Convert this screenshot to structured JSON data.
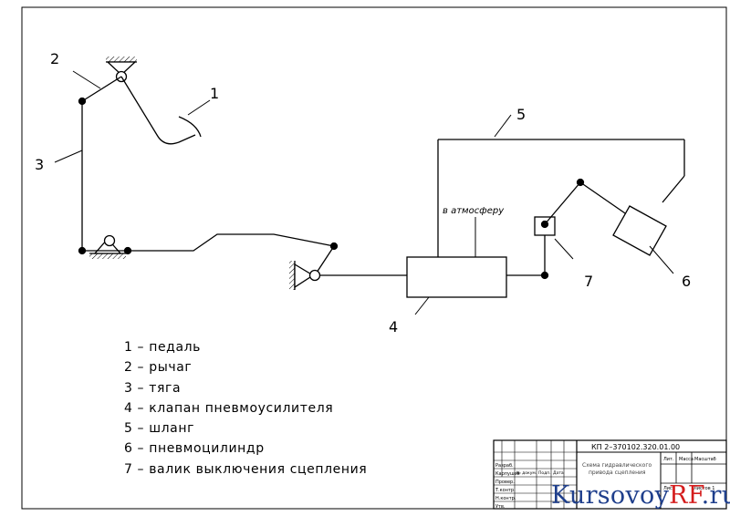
{
  "labels": {
    "n1": "1",
    "n2": "2",
    "n3": "3",
    "n4": "4",
    "n5": "5",
    "n6": "6",
    "n7": "7"
  },
  "annotation": "в атмосферу",
  "legend": [
    "1 – педаль",
    "2 – рычаг",
    "3 – тяга",
    "4 – клапан пневмоусилителя",
    "5 – шланг",
    "6 – пневмоцилиндр",
    "7 – валик выключения сцепления"
  ],
  "title_block": {
    "code": "КП 2–370102.320.01.00",
    "name_line1": "Схема гидравлического",
    "name_line2": "привода сцепления",
    "lit": "Лит.",
    "mass": "Масса",
    "scale": "Масштаб",
    "sheet": "Лист",
    "sheets": "Листов 1",
    "row1": "Разраб.",
    "row1_name": "Карпушев",
    "row2": "Провер.",
    "row3": "Т.контр.",
    "row4": "Н.контр.",
    "row5": "Утв.",
    "col_doc": "№ докум.",
    "col_sign": "Подп.",
    "col_date": "Дата"
  },
  "watermark": {
    "left": "Kursovoy",
    "rf": "RF",
    "right": ".ru"
  }
}
